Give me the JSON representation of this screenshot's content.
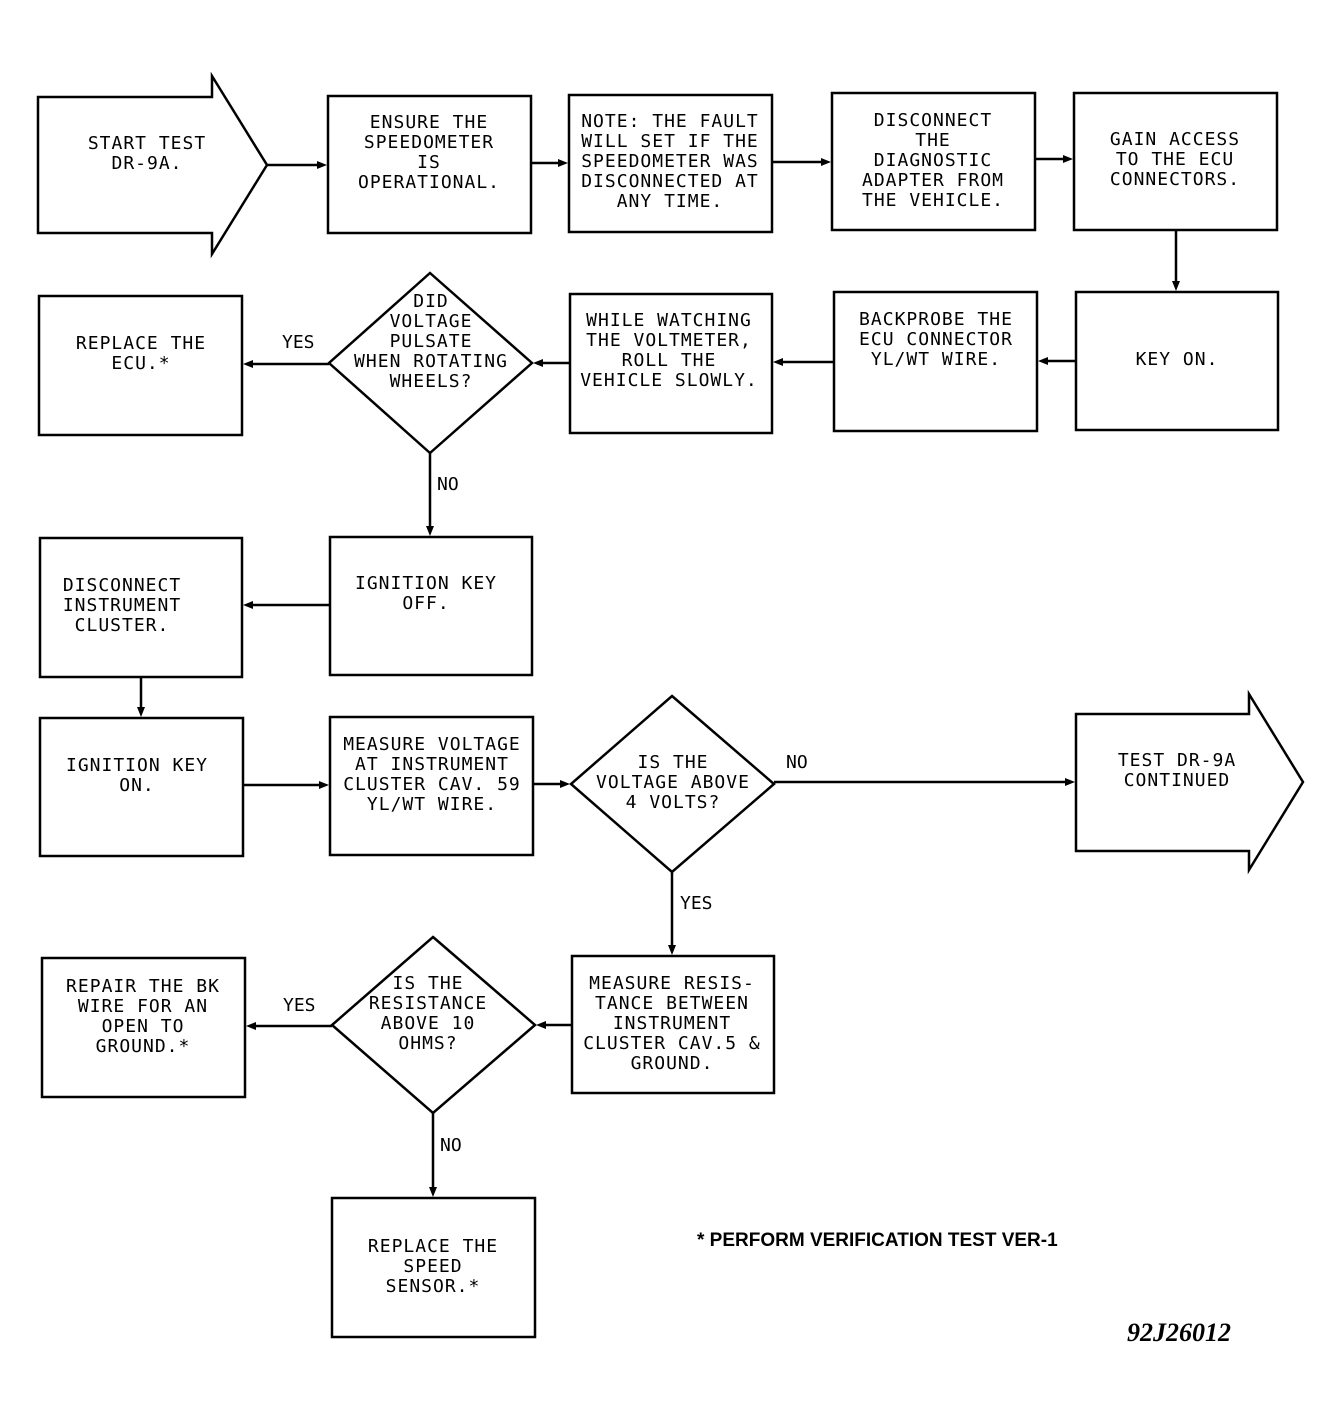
{
  "nodes": {
    "start": "START TEST\nDR-9A.",
    "ensure": "ENSURE THE\nSPEEDOMETER\nIS\nOPERATIONAL.",
    "note": "NOTE: THE FAULT\nWILL SET IF THE\nSPEEDOMETER WAS\nDISCONNECTED AT\nANY TIME.",
    "disconnect_adapter": "DISCONNECT\nTHE\nDIAGNOSTIC\nADAPTER FROM\nTHE VEHICLE.",
    "gain_access": "GAIN ACCESS\nTO THE ECU\nCONNECTORS.",
    "key_on": "KEY ON.",
    "backprobe": "BACKPROBE THE\nECU CONNECTOR\nYL/WT WIRE.",
    "watch_voltmeter": "WHILE WATCHING\nTHE VOLTMETER,\nROLL THE\nVEHICLE SLOWLY.",
    "did_voltage_pulsate": "DID\nVOLTAGE\nPULSATE\nWHEN ROTATING\nWHEELS?",
    "replace_ecu": "REPLACE THE\nECU.*",
    "ignition_off": "IGNITION KEY\nOFF.",
    "disconnect_cluster": "DISCONNECT\nINSTRUMENT\nCLUSTER.",
    "ignition_on": "IGNITION KEY\nON.",
    "measure_voltage": "MEASURE VOLTAGE\nAT INSTRUMENT\nCLUSTER CAV. 59\nYL/WT WIRE.",
    "is_voltage_above": "IS THE\nVOLTAGE ABOVE\n4 VOLTS?",
    "test_continued": "TEST DR-9A\nCONTINUED",
    "measure_resistance": "MEASURE RESIS-\nTANCE BETWEEN\nINSTRUMENT\nCLUSTER CAV.5 &\nGROUND.",
    "is_resistance_above": "IS THE\nRESISTANCE\nABOVE 10\nOHMS?",
    "repair_bk_wire": "REPAIR THE BK\nWIRE FOR AN\nOPEN TO\nGROUND.*",
    "replace_sensor": "REPLACE THE\nSPEED\nSENSOR.*"
  },
  "flow_labels": {
    "pulsate_yes": "YES",
    "pulsate_no": "NO",
    "voltage_no": "NO",
    "voltage_yes": "YES",
    "resistance_yes": "YES",
    "resistance_no": "NO"
  },
  "footnote": "* PERFORM VERIFICATION TEST VER-1",
  "figure_id": "92J26012"
}
